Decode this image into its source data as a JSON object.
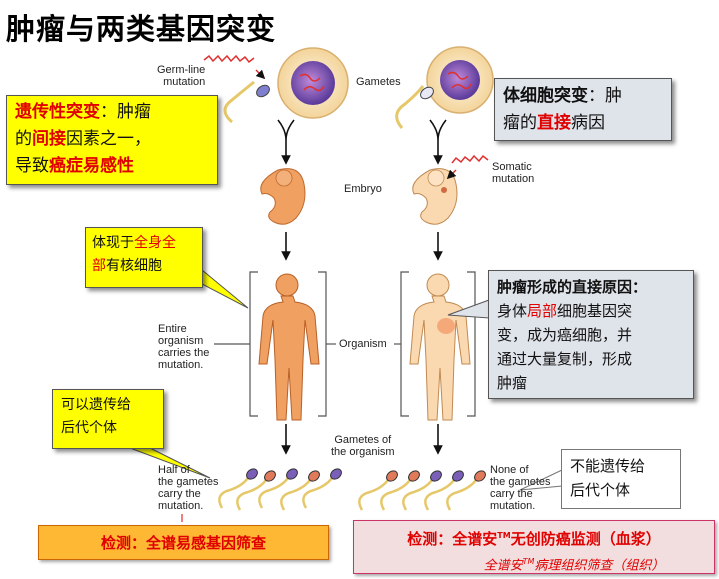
{
  "title": "肿瘤与两类基因突变",
  "labels": {
    "germline_1": "Germ-line",
    "germline_2": "mutation",
    "gametes": "Gametes",
    "somatic_1": "Somatic",
    "somatic_2": "mutation",
    "embryo": "Embryo",
    "entire_1": "Entire",
    "entire_2": "organism",
    "entire_3": "carries the",
    "entire_4": "mutation.",
    "organism": "Organism",
    "gametes_of_1": "Gametes of",
    "gametes_of_2": "the organism",
    "half_1": "Half of",
    "half_2": "the gametes",
    "half_3": "carry the",
    "half_4": "mutation.",
    "none_1": "None of",
    "none_2": "the gametes",
    "none_3": "carry the",
    "none_4": "mutation."
  },
  "box1": {
    "term": "遗传性突变",
    "colon": "：肿瘤",
    "line2_a": "的",
    "line2_b": "间接",
    "line2_c": "因素之一，",
    "line3_a": "导致",
    "line3_b": "癌症易感性"
  },
  "box2": {
    "term": "体细胞突变",
    "colon": "：肿",
    "line2_a": "瘤的",
    "line2_b": "直接",
    "line2_c": "病因"
  },
  "box3": {
    "line1_a": "体现于",
    "line1_b": "全身全",
    "line2_a": "部",
    "line2_b": "有核细胞"
  },
  "box4": {
    "head": "肿瘤形成的直接原因：",
    "line2_a": "身体",
    "line2_b": "局部",
    "line2_c": "细胞基因突",
    "line3": "变，成为癌细胞，并",
    "line4": "通过大量复制，形成",
    "line5": "肿瘤"
  },
  "box5": {
    "line1": "可以遗传给",
    "line2": "后代个体"
  },
  "box6": {
    "line1": "不能遗传给",
    "line2": "后代个体"
  },
  "box7": {
    "text": "检测：全谱易感基因筛查"
  },
  "box8": {
    "l1_a": "检测：全谱安",
    "tm": "TM",
    "l1_b": "无创防癌监测（血浆）",
    "l2_a": "全谱安",
    "l2_b": "病理组织筛查（组织）"
  },
  "colors": {
    "yellow_box": "#ffff00",
    "grey_box": "#dfe3ea",
    "highlight_red": "#e00000",
    "orange_box": "#ffb833",
    "pink_box": "#f2dede",
    "skin_left": "#f0a060",
    "skin_right": "#fbd9b0"
  }
}
